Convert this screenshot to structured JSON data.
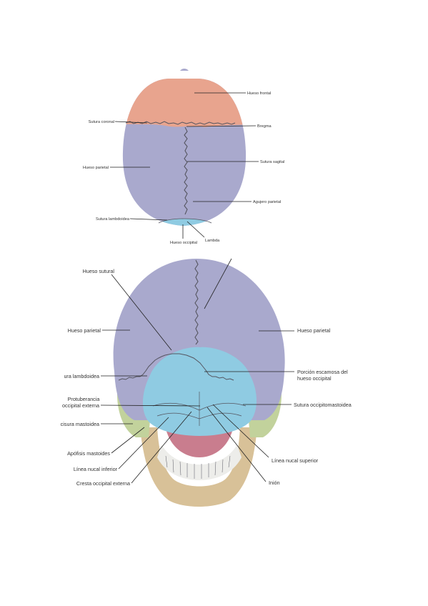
{
  "colors": {
    "frontal": "#e8a48e",
    "parietal": "#a9a9cd",
    "occipital": "#8fcbe2",
    "temporal": "#c2d29c",
    "mandible": "#d8c198",
    "teeth": "#ededea",
    "maxilla": "#c97d8e",
    "vomer": "#e8c45a",
    "suture": "#555560"
  },
  "top_view": {
    "labels": {
      "hueso_frontal": "Hueso frontal",
      "sutura_coronal": "Sutura coronal",
      "bregma": "Bregma",
      "hueso_parietal": "Hueso parietal",
      "sutura_sagital": "Sutura sagital",
      "agujero_parietal": "Agujero parietal",
      "sutura_lambdoidea": "Sutura lambdoidea",
      "hueso_occipital": "Hueso occipital",
      "lambda": "Lambda"
    }
  },
  "posterior_view": {
    "labels": {
      "hueso_sutural": "Hueso sutural",
      "hueso_parietal_left": "Hueso parietal",
      "hueso_parietal_right": "Hueso parietal",
      "sutura_lambdoidea": "ura lambdoidea",
      "porcion_escamosa_1": "Porción escamosa del",
      "porcion_escamosa_2": "hueso occipital",
      "protuberancia_1": "Protuberancia",
      "protuberancia_2": "occipital externa",
      "sutura_occipitomastoidea": "Sutura occipitomastoidea",
      "incisura_mastoidea": "cisura mastoidea",
      "apofisis_mastoides": "Apófisis mastoides",
      "linea_nucal_superior": "Línea nucal superior",
      "linea_nucal_inferior": "Línea nucal inferior",
      "cresta_occipital_externa": "Cresta occipital externa",
      "inion": "Inión"
    }
  }
}
